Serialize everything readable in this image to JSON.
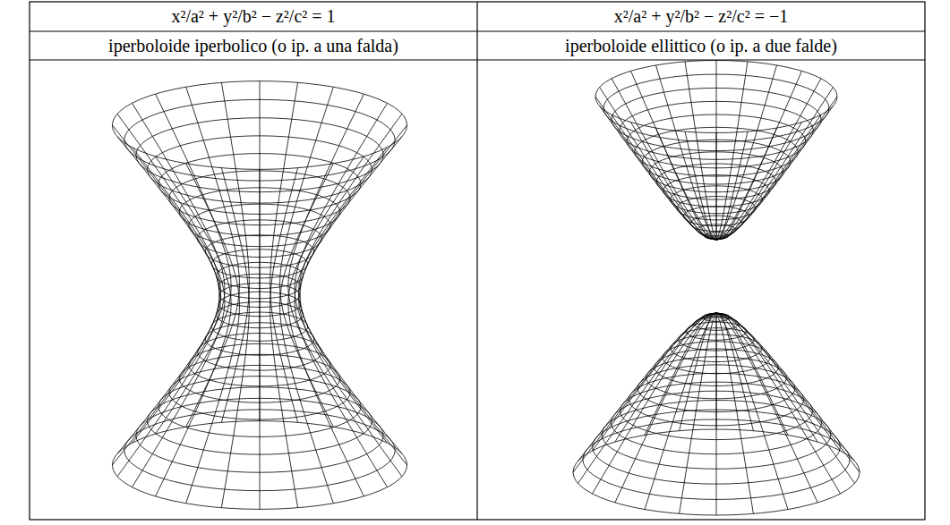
{
  "diagram": {
    "labels": [
      "x²/a² + y²/b² − z²/c² = 1",
      "x²/a² + y²/b² − z²/c² = −1",
      "iperboloide iperbolico (o ip. a una falda)",
      "iperboloide ellittico (o ip. a due falde)"
    ]
  }
}
